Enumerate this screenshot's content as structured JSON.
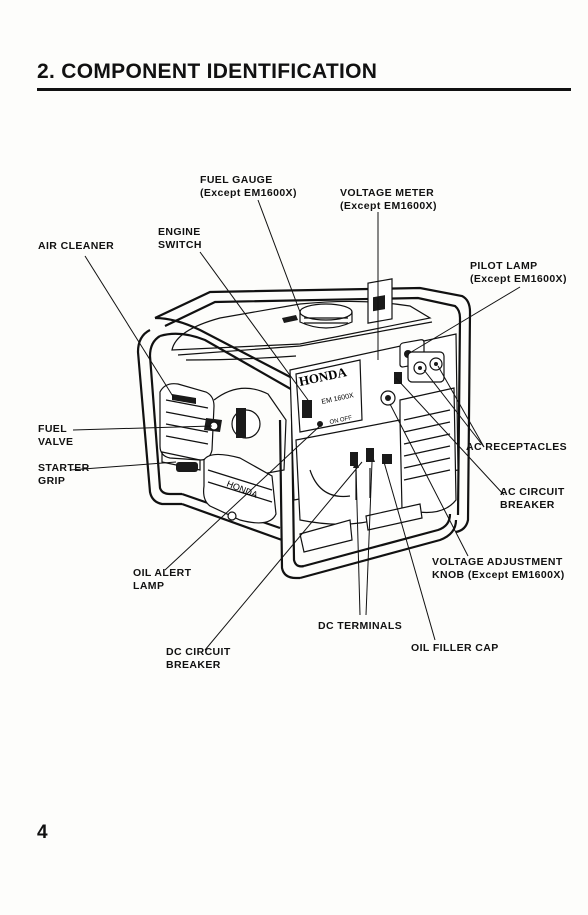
{
  "page": {
    "heading": "2. COMPONENT IDENTIFICATION",
    "page_number": "4"
  },
  "figure": {
    "panel_brand": "HONDA",
    "panel_model": "EM 1600X",
    "cover_brand": "HONDA",
    "switch_marks": "ON OFF"
  },
  "labels": {
    "fuel_gauge": {
      "line1": "FUEL GAUGE",
      "line2": "(Except EM1600X)"
    },
    "voltage_meter": {
      "line1": "VOLTAGE METER",
      "line2": "(Except EM1600X)"
    },
    "engine_switch": {
      "line1": "ENGINE",
      "line2": "SWITCH"
    },
    "air_cleaner": {
      "line1": "AIR CLEANER"
    },
    "pilot_lamp": {
      "line1": "PILOT LAMP",
      "line2": "(Except EM1600X)"
    },
    "fuel_valve": {
      "line1": "FUEL",
      "line2": "VALVE"
    },
    "starter_grip": {
      "line1": "STARTER",
      "line2": "GRIP"
    },
    "ac_receptacles": {
      "line1": "AC RECEPTACLES"
    },
    "ac_circuit_breaker": {
      "line1": "AC CIRCUIT",
      "line2": "BREAKER"
    },
    "voltage_adjustment_knob": {
      "line1": "VOLTAGE ADJUSTMENT",
      "line2": "KNOB (Except EM1600X)"
    },
    "oil_alert_lamp": {
      "line1": "OIL ALERT",
      "line2": "LAMP"
    },
    "dc_terminals": {
      "line1": "DC TERMINALS"
    },
    "dc_circuit_breaker": {
      "line1": "DC CIRCUIT",
      "line2": "BREAKER"
    },
    "oil_filler_cap": {
      "line1": "OIL FILLER CAP"
    }
  }
}
